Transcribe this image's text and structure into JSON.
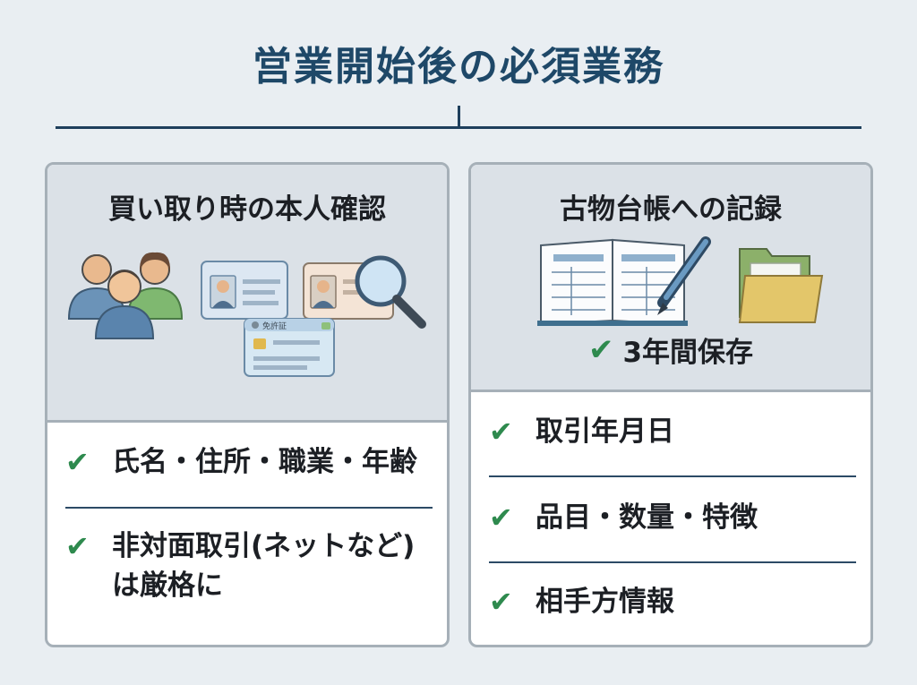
{
  "title": "営業開始後の必須業務",
  "left_card": {
    "heading": "買い取り時の本人確認",
    "license_label": "免許証",
    "items": [
      "氏名・住所・職業・年齢",
      "非対面取引(ネットなど)は厳格に"
    ]
  },
  "right_card": {
    "heading": "古物台帳への記録",
    "retention": "3年間保存",
    "items": [
      "取引年月日",
      "品目・数量・特徴",
      "相手方情報"
    ]
  },
  "icons": {
    "check": "✔",
    "people": "people-group-icon",
    "id_card": "id-card-icon",
    "magnifier": "magnifier-icon",
    "ledger": "open-ledger-icon",
    "pen": "pen-icon",
    "folder": "folder-icon"
  },
  "colors": {
    "title": "#1e4868",
    "check": "#2e8a4e",
    "card_border": "#a6b0b8",
    "panel_bg": "#dbe1e7"
  }
}
